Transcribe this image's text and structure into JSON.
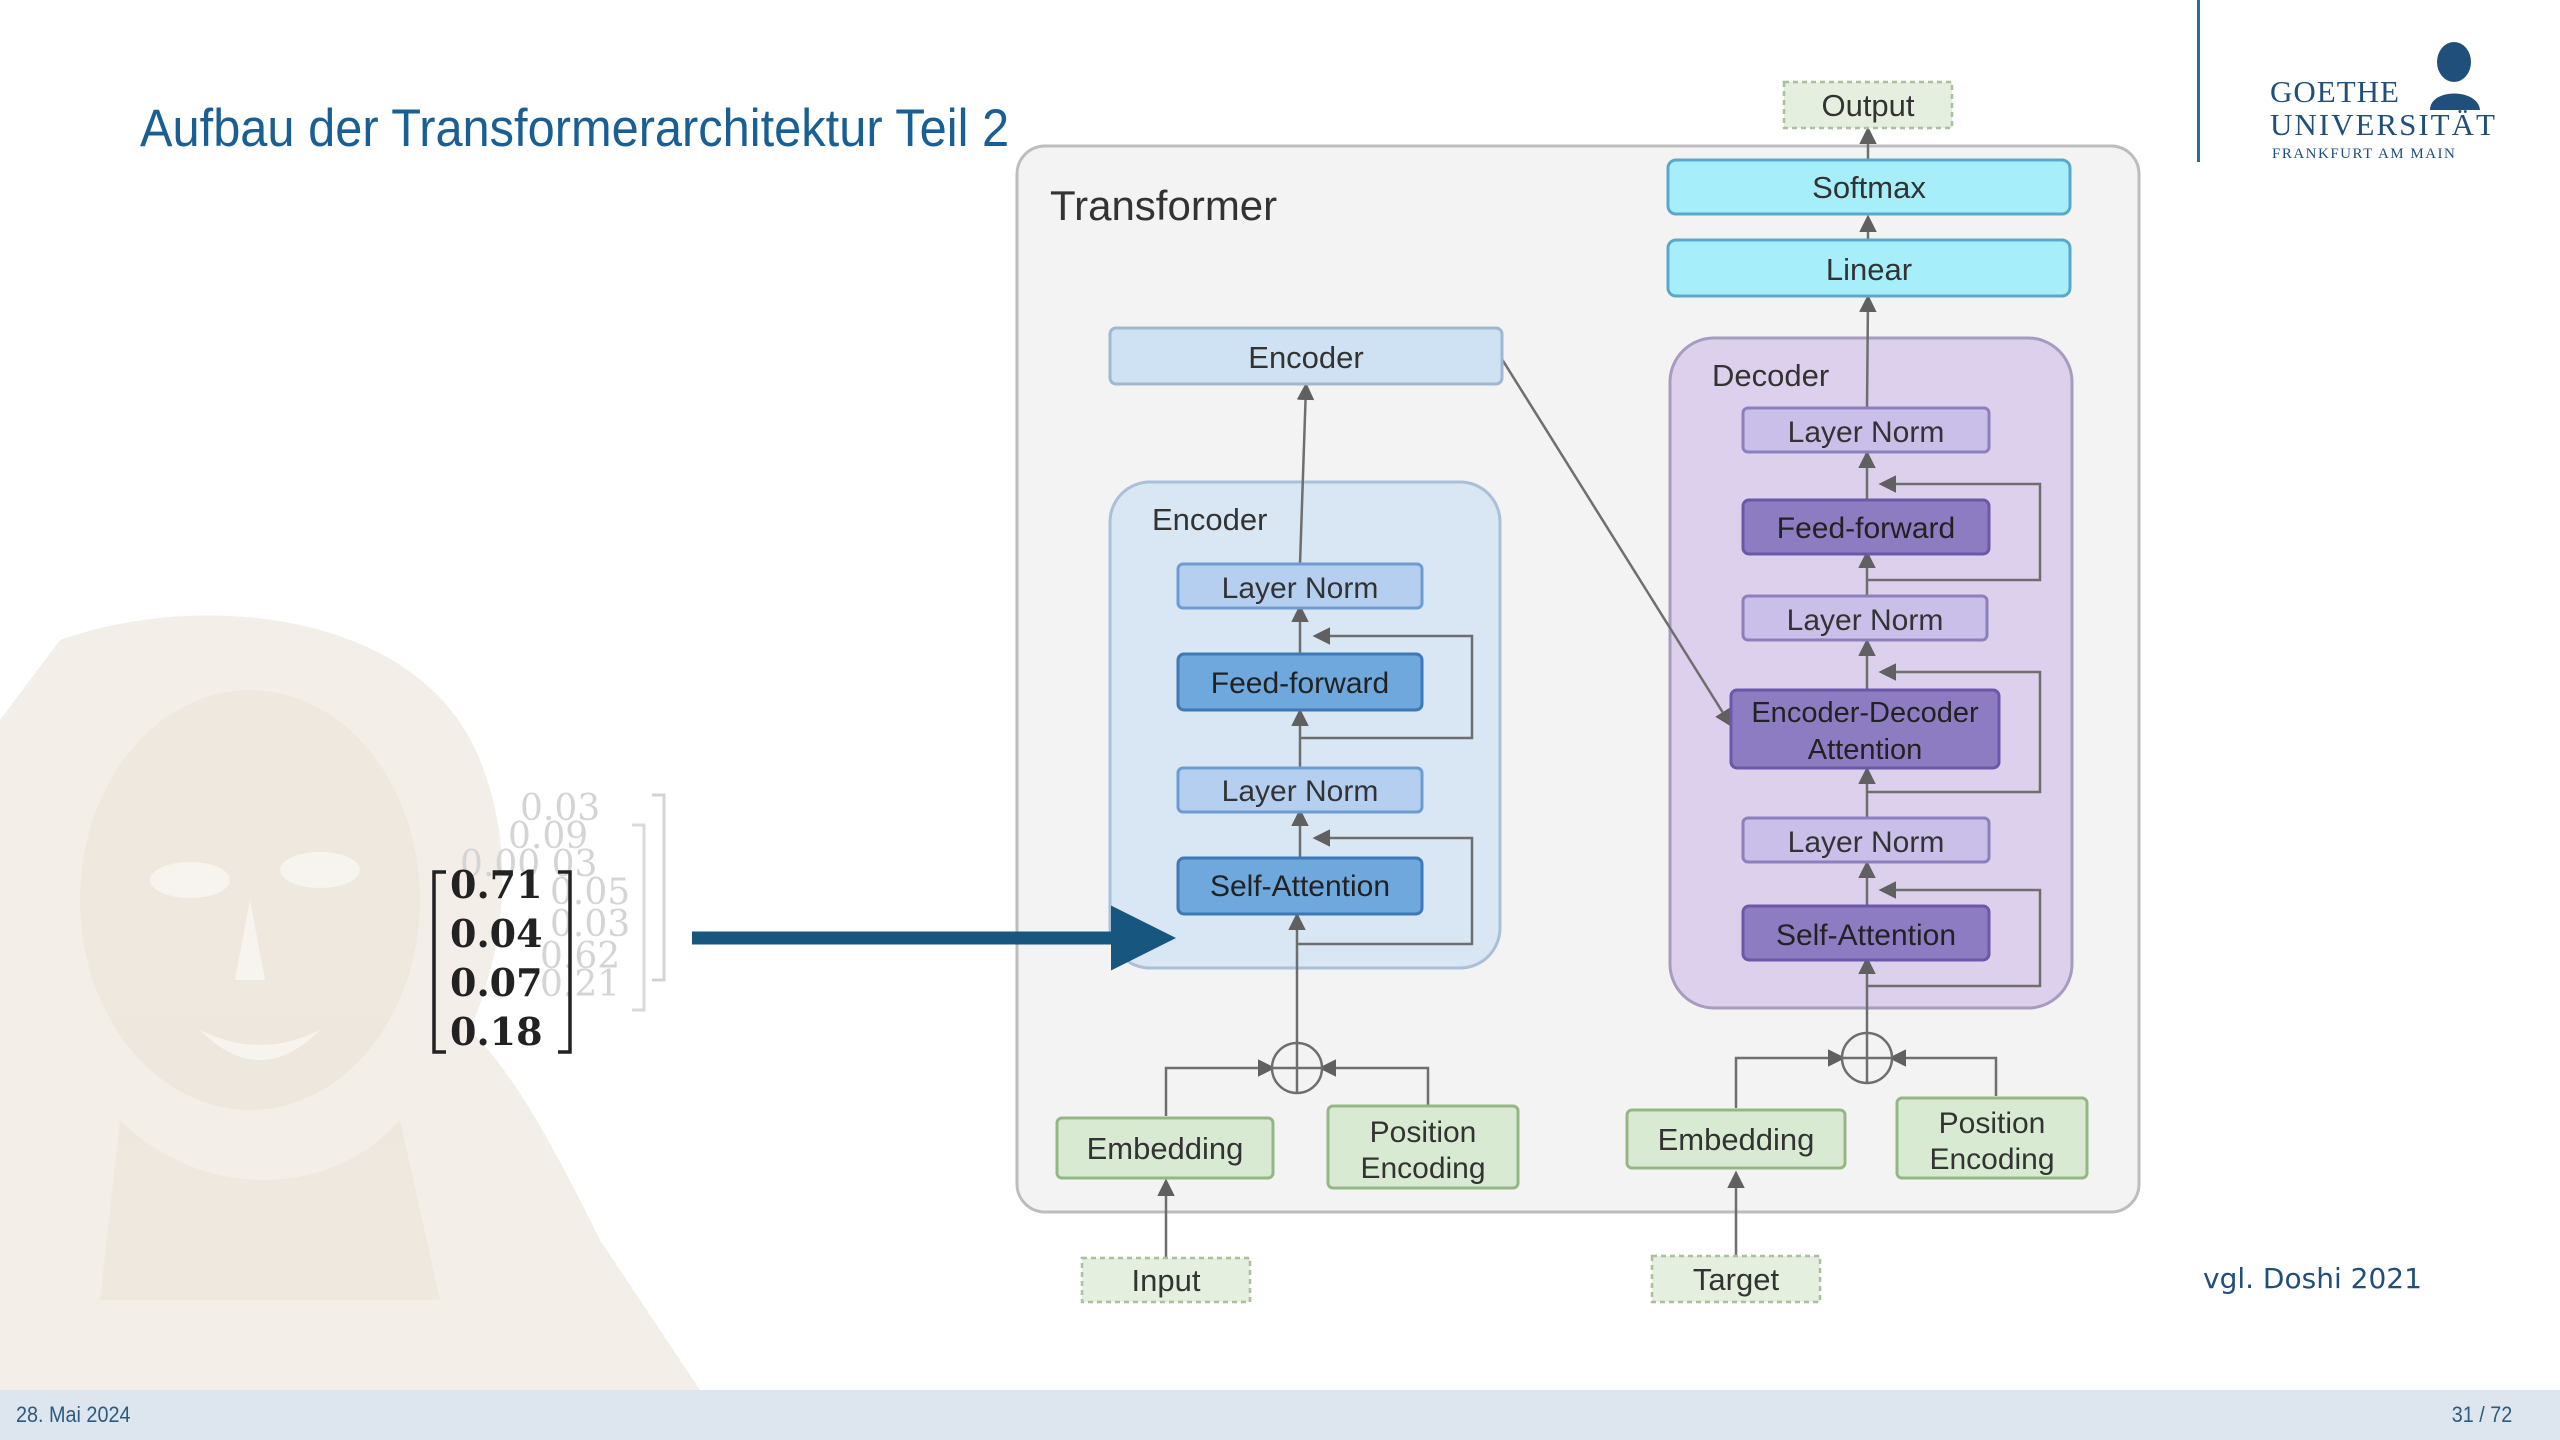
{
  "slide": {
    "title": "Aufbau der Transformerarchitektur Teil 2",
    "date": "28. Mai 2024",
    "page": "31 / 72",
    "citation": "vgl. Doshi 2021"
  },
  "logo": {
    "line1": "GOETHE",
    "line2": "UNIVERSITÄT",
    "line3": "FRANKFURT AM MAIN"
  },
  "vector": {
    "front": [
      "0.71",
      "0.04",
      "0.07",
      "0.18"
    ],
    "ghosts": [
      "0.03",
      "0.09",
      "0.00 03",
      "0.05",
      "0.03",
      "0.62",
      "0.21"
    ]
  },
  "diagram": {
    "transformer_label": "Transformer",
    "output": "Output",
    "softmax": "Softmax",
    "linear": "Linear",
    "encoder_top": "Encoder",
    "encoder_block": {
      "title": "Encoder",
      "layer_norm_top": "Layer Norm",
      "feed_forward": "Feed-forward",
      "layer_norm_bottom": "Layer Norm",
      "self_attention": "Self-Attention"
    },
    "decoder_block": {
      "title": "Decoder",
      "layer_norm_1": "Layer Norm",
      "feed_forward": "Feed-forward",
      "layer_norm_2": "Layer Norm",
      "enc_dec_attention_line1": "Encoder-Decoder",
      "enc_dec_attention_line2": "Attention",
      "layer_norm_3": "Layer Norm",
      "self_attention": "Self-Attention"
    },
    "encoder_embedding": "Embedding",
    "encoder_position_line1": "Position",
    "encoder_position_line2": "Encoding",
    "decoder_embedding": "Embedding",
    "decoder_position_line1": "Position",
    "decoder_position_line2": "Encoding",
    "input": "Input",
    "target": "Target"
  },
  "colors": {
    "title": "#1a5f93",
    "arrow": "#17577f",
    "light_blue_box": "#cfe2f3",
    "mid_blue_box": "#6fa8dc",
    "cyan_box": "#a6eef9",
    "light_purple_box": "#c9bfe8",
    "dark_purple_box": "#8e7cc3",
    "green_box": "#d9ead3"
  }
}
